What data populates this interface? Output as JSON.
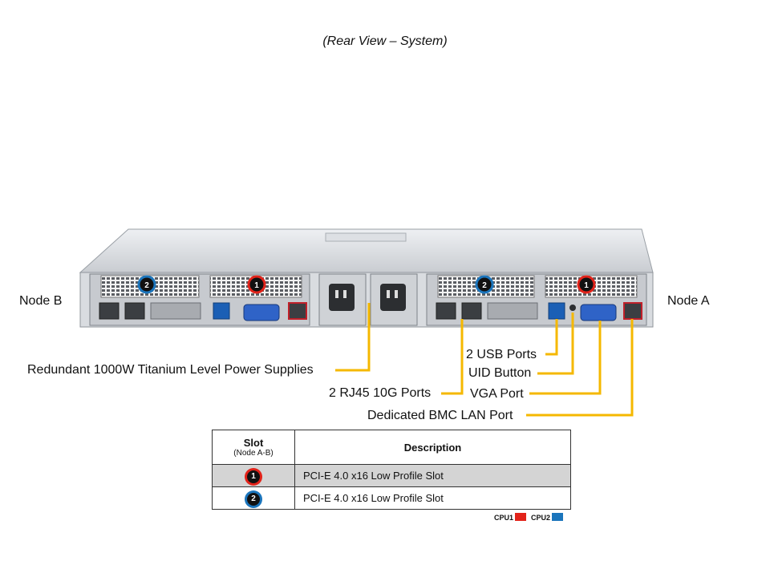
{
  "title": "(Rear View – System)",
  "nodes": {
    "left": "Node B",
    "right": "Node A"
  },
  "callouts": {
    "power": "Redundant  1000W Titanium  Level Power Supplies",
    "rj45": "2 RJ45 10G Ports",
    "usb": "2 USB Ports",
    "uid": "UID  Button",
    "vga": "VGA Port",
    "bmc": "Dedicated BMC LAN Port"
  },
  "slot_numbers": {
    "cpu1": "1",
    "cpu2": "2"
  },
  "table": {
    "header_slot": "Slot",
    "header_slot_sub": "(Node A-B)",
    "header_desc": "Description",
    "rows": [
      {
        "slot": "1",
        "description": "PCI-E  4.0 x16 Low Profile Slot"
      },
      {
        "slot": "2",
        "description": "PCI-E  4.0 x16 Low Profile Slot"
      }
    ]
  },
  "legend": {
    "cpu1": "CPU1",
    "cpu2": "CPU2"
  },
  "colors": {
    "cpu1": "#e2231a",
    "cpu2": "#1b75bc",
    "callout": "#f5b800"
  }
}
